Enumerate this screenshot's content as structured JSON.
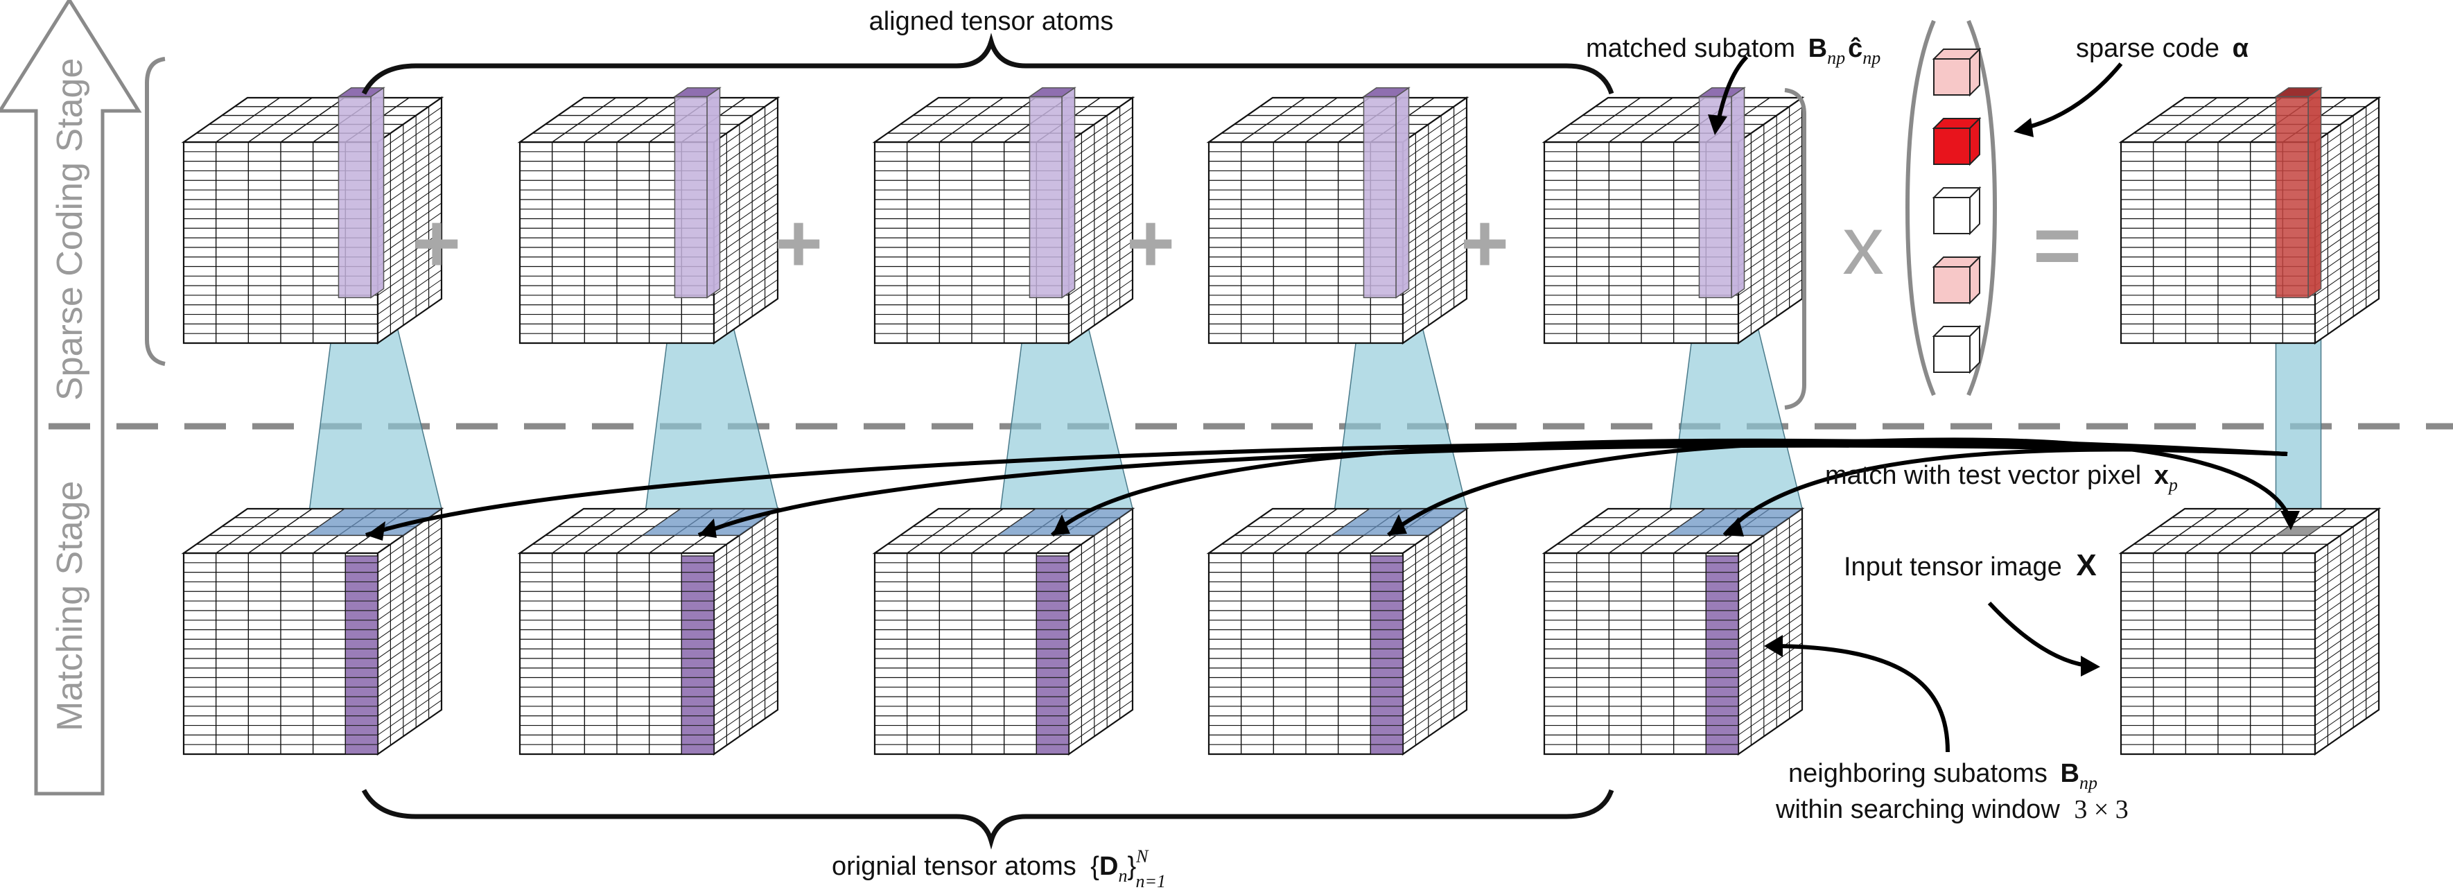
{
  "stages": {
    "sparse_coding": "Sparse Coding Stage",
    "matching": "Matching Stage"
  },
  "labels": {
    "aligned_atoms": "aligned tensor atoms",
    "matched_subatom": {
      "text": "matched subatom",
      "symbol": "B",
      "sub": "np",
      "symbol2": "ĉ",
      "sub2": "np"
    },
    "sparse_code": {
      "text": "sparse code",
      "symbol": "α"
    },
    "match_pixel": {
      "text": "match with test vector pixel",
      "symbol": "x",
      "sub": "p"
    },
    "input_tensor": {
      "text": "Input tensor image",
      "symbol": "X"
    },
    "neighboring": {
      "text": "neighboring subatoms",
      "symbol": "B",
      "sub": "np"
    },
    "window": {
      "text": "within searching window",
      "value": "3 × 3"
    },
    "original_atoms": {
      "text": "orignial tensor atoms",
      "open": "{",
      "symbol": "D",
      "sub": "n",
      "close": "}",
      "sup": "N",
      "sub2": "n=1"
    }
  },
  "operators": {
    "plus": "+",
    "times": "x",
    "equals": "="
  },
  "sparse_code_cells": [
    "light-red",
    "red",
    "white",
    "light-red",
    "white"
  ],
  "colors": {
    "grid_line": "#111111",
    "subatom_purple": "#8f6fb0",
    "column_purple": "#c3b1dc",
    "projection_blue": "#8ec9d9",
    "matched_blue": "#6c96c4",
    "red": "#e8141c",
    "light_red": "#f7c8c8",
    "output_red": "#c4443f",
    "stage_gray": "#9a9a9a",
    "divider_gray": "#8a8a8a"
  }
}
